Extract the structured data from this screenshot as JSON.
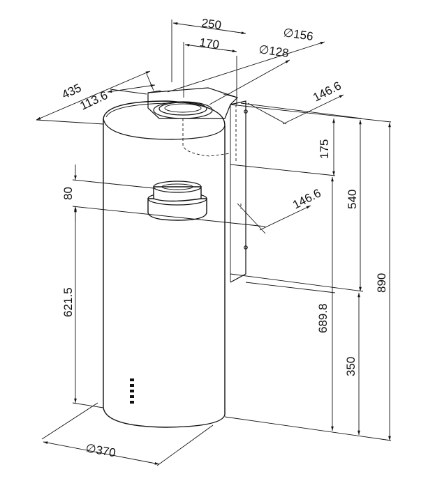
{
  "dimensions": {
    "d250": "250",
    "d170": "170",
    "d156": "∅156",
    "d128": "∅128",
    "d435": "435",
    "d113": "113.6",
    "d146a": "146.6",
    "d146b": "146.6",
    "d175": "175",
    "d540": "540",
    "d890": "890",
    "d80": "80",
    "d621": "621.5",
    "d689": "689.8",
    "d350": "350",
    "d370": "∅370"
  }
}
